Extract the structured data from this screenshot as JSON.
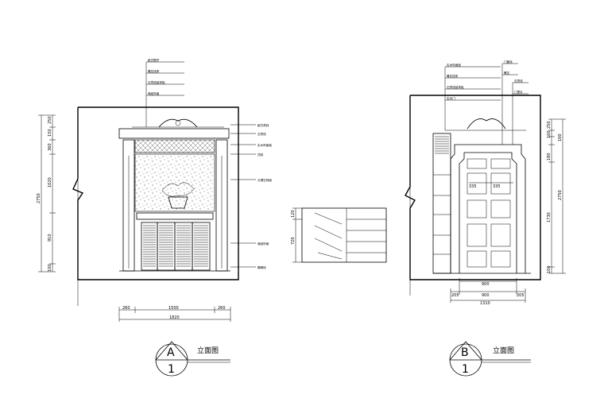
{
  "elevation_a": {
    "tag_letter": "A",
    "tag_number": "1",
    "title": "立面图",
    "notes_top": [
      "欧式壁炉",
      "雕花线条",
      "石膏线装饰板",
      "墙纸饰面"
    ],
    "notes_right": [
      "欧式角线",
      "石膏线",
      "实木饰面板",
      "顶线",
      "大理石饰面",
      "墙纸饰面",
      "踢脚线"
    ],
    "dims_left": [
      "250",
      "150",
      "360",
      "1020",
      "2750",
      "910",
      "100"
    ],
    "dims_bottom": [
      "260",
      "1500",
      "260"
    ],
    "dim_total": "1820"
  },
  "section": {
    "dims_left": [
      "120",
      "720"
    ]
  },
  "elevation_b": {
    "tag_letter": "B",
    "tag_number": "1",
    "title": "立面图",
    "notes_top": [
      "实木饰面板",
      "雕花线条",
      "石膏线装饰板",
      "实木门"
    ],
    "notes_right": [
      "门套线",
      "雕花",
      "石膏线",
      "门把手"
    ],
    "dims_right": [
      "250",
      "100",
      "160",
      "180",
      "2750",
      "1730",
      "100"
    ],
    "door_panel_dims": [
      "335",
      "335"
    ],
    "dim_door": "900",
    "dims_bottom": [
      "205",
      "900",
      "205"
    ],
    "dim_total": "1310"
  }
}
